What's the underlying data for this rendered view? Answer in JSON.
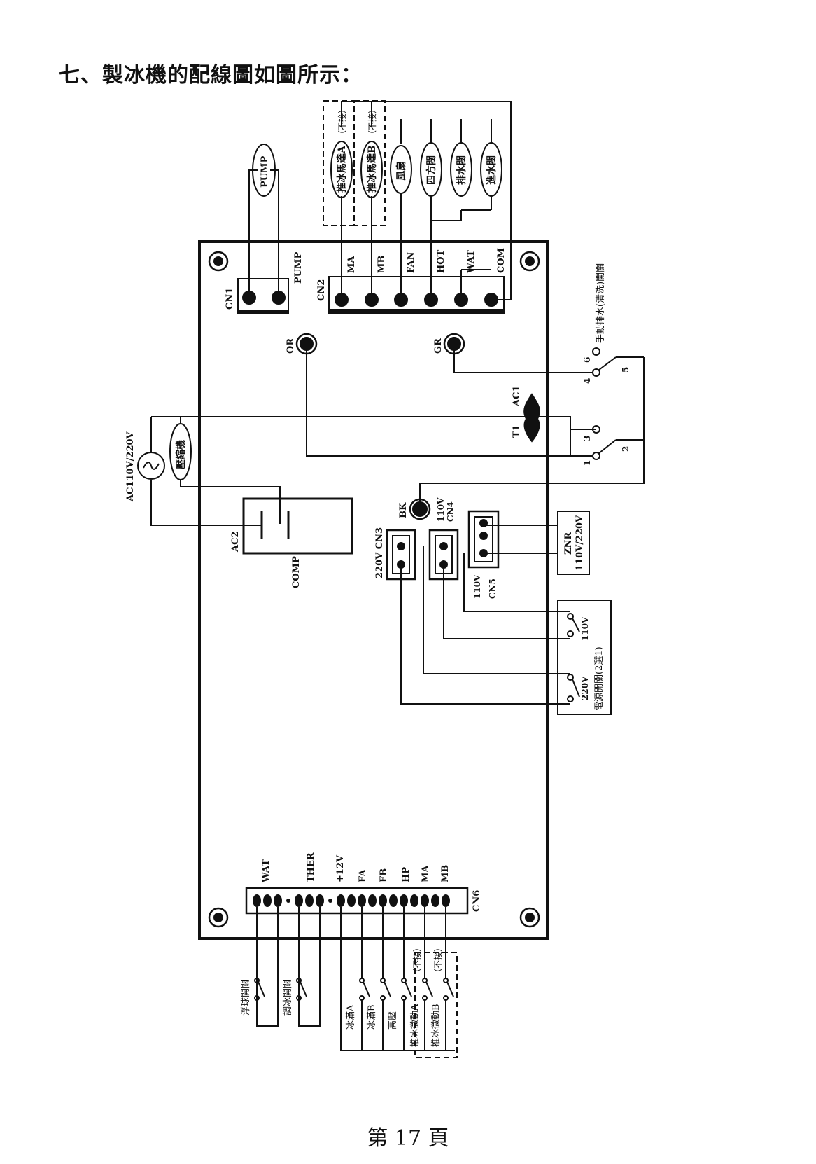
{
  "page": {
    "heading": "七、製冰機的配線圖如圖所示：",
    "footer": "第 17 頁"
  },
  "diagram": {
    "board": {
      "cn1": {
        "name": "CN1",
        "label": "PUMP"
      },
      "cn2": {
        "name": "CN2",
        "pins": [
          "MA",
          "MB",
          "FAN",
          "HOT",
          "WAT",
          "COM"
        ]
      },
      "or": "OR",
      "gr": "GR",
      "ac1": "AC1",
      "t1": "T1",
      "ac2": "AC2",
      "comp": "COMP",
      "bk": "BK",
      "cn3": "220V CN3",
      "cn4_v": "110V",
      "cn4": "CN4",
      "cn5_v": "110V",
      "cn5": "CN5",
      "cn6": "CN6",
      "cn6_labels": [
        "WAT",
        "THER",
        "+12V",
        "FA",
        "FB",
        "HP",
        "MA",
        "MB"
      ]
    },
    "external": {
      "pump": "PUMP",
      "motor_a": "推冰馬達A",
      "motor_b": "推冰馬達B",
      "no_connect": "（不接）",
      "fan": "風扇",
      "four_way_valve": "四方閥",
      "drain_valve": "排水閥",
      "inlet_valve": "進水閥",
      "manual_drain_switch": "手動排水(清洗)開關",
      "switch_pins": [
        "1",
        "2",
        "3",
        "4",
        "5",
        "6"
      ],
      "power_source": "AC110V/220V",
      "compressor": "壓縮機",
      "znr": "ZNR",
      "znr_v": "110V/220V",
      "power_switch_110": "110V",
      "power_switch_220": "220V",
      "power_switch": "電源開關(2選1)",
      "float_switch": "浮球開關",
      "ice_adjust_switch": "調冰開關",
      "ice_full_a": "冰滿A",
      "ice_full_b": "冰滿B",
      "high_pressure": "高壓",
      "push_micro_a": "推冰微動A",
      "push_micro_b": "推冰微動B"
    }
  }
}
